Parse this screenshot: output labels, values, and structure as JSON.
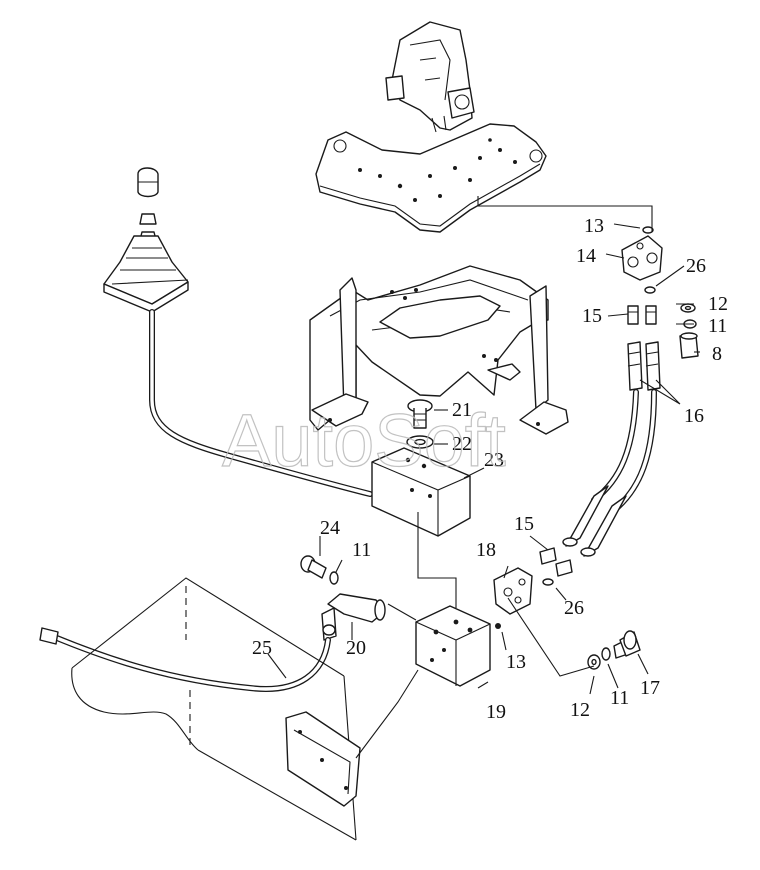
{
  "watermark": "AutoSoft",
  "callouts": {
    "c8": "8",
    "c11a": "11",
    "c11b": "11",
    "c11c": "11",
    "c12a": "12",
    "c12b": "12",
    "c13a": "13",
    "c13b": "13",
    "c14": "14",
    "c15a": "15",
    "c15b": "15",
    "c16": "16",
    "c17": "17",
    "c18": "18",
    "c19": "19",
    "c20": "20",
    "c21": "21",
    "c22": "22",
    "c23": "23",
    "c24": "24",
    "c25": "25",
    "c26a": "26",
    "c26b": "26"
  }
}
